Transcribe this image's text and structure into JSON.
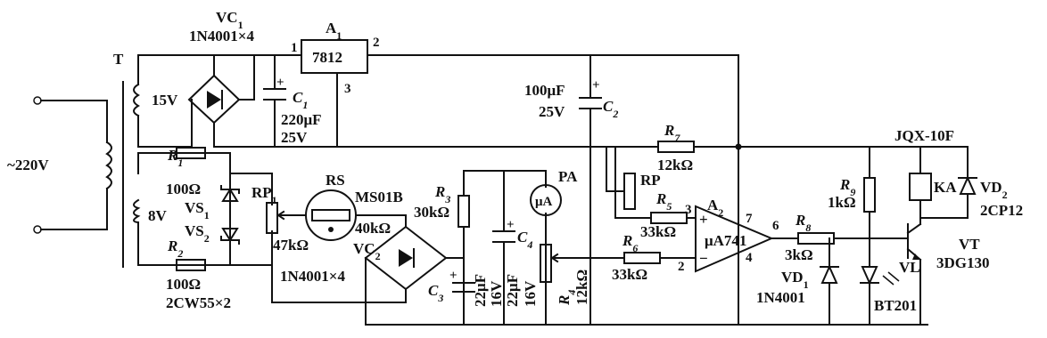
{
  "diagram": {
    "mains": "~220V",
    "transformer": "T",
    "secondary_1": "15V",
    "secondary_2": "8V",
    "vc1": {
      "ref_main": "VC",
      "ref_sub": "1",
      "value": "1N4001×4"
    },
    "a1": {
      "ref_main": "A",
      "ref_sub": "1",
      "part": "7812",
      "pin1": "1",
      "pin2": "2",
      "pin3": "3"
    },
    "c1": {
      "ref_main": "C",
      "ref_sub": "1",
      "value1": "220μF",
      "value2": "25V"
    },
    "c2": {
      "ref_main": "C",
      "ref_sub": "2",
      "value1": "100μF",
      "value2": "25V"
    },
    "r1": {
      "ref_main": "R",
      "ref_sub": "1",
      "value": "100Ω"
    },
    "r2": {
      "ref_main": "R",
      "ref_sub": "2",
      "value": "100Ω"
    },
    "vs1": {
      "ref_main": "VS",
      "ref_sub": "1"
    },
    "vs2": {
      "ref_main": "VS",
      "ref_sub": "2"
    },
    "zener_part": "2CW55×2",
    "rp1": {
      "ref_main": "RP",
      "ref_sub": "1",
      "value": "47kΩ"
    },
    "rs": {
      "ref": "RS",
      "part": "MS01B",
      "value": "40kΩ"
    },
    "r3": {
      "ref_main": "R",
      "ref_sub": "3",
      "value": "30kΩ"
    },
    "vc2": {
      "ref_main": "VC",
      "ref_sub": "2",
      "value": "1N4001×4"
    },
    "c3": {
      "ref_main": "C",
      "ref_sub": "3",
      "value1": "22μF",
      "value2": "16V"
    },
    "c4": {
      "ref_main": "C",
      "ref_sub": "4",
      "value1": "22μF",
      "value2": "16V"
    },
    "pa": {
      "ref": "PA",
      "unit": "μA"
    },
    "r4": {
      "ref_main": "R",
      "ref_sub": "4",
      "value": "12kΩ"
    },
    "r6": {
      "ref_main": "R",
      "ref_sub": "6",
      "value": "33kΩ"
    },
    "r7": {
      "ref_main": "R",
      "ref_sub": "7",
      "value": "12kΩ"
    },
    "rp": {
      "ref": "RP"
    },
    "r5": {
      "ref_main": "R",
      "ref_sub": "5",
      "value": "33kΩ"
    },
    "a2": {
      "ref_main": "A",
      "ref_sub": "2",
      "part": "μA741",
      "pin_plus": "+",
      "pin_minus": "−",
      "pin3": "3",
      "pin2": "2",
      "pin4": "4",
      "pin6": "6",
      "pin7": "7"
    },
    "r8": {
      "ref_main": "R",
      "ref_sub": "8",
      "value": "3kΩ"
    },
    "r9": {
      "ref_main": "R",
      "ref_sub": "9",
      "value": "1kΩ"
    },
    "vd1": {
      "ref_main": "VD",
      "ref_sub": "1",
      "part": "1N4001"
    },
    "vl": {
      "ref": "VL",
      "part": "BT201"
    },
    "vt": {
      "ref": "VT",
      "part": "3DG130"
    },
    "relay": {
      "part": "JQX-10F",
      "coil": "KA"
    },
    "vd2": {
      "ref_main": "VD",
      "ref_sub": "2",
      "part": "2CP12"
    }
  }
}
